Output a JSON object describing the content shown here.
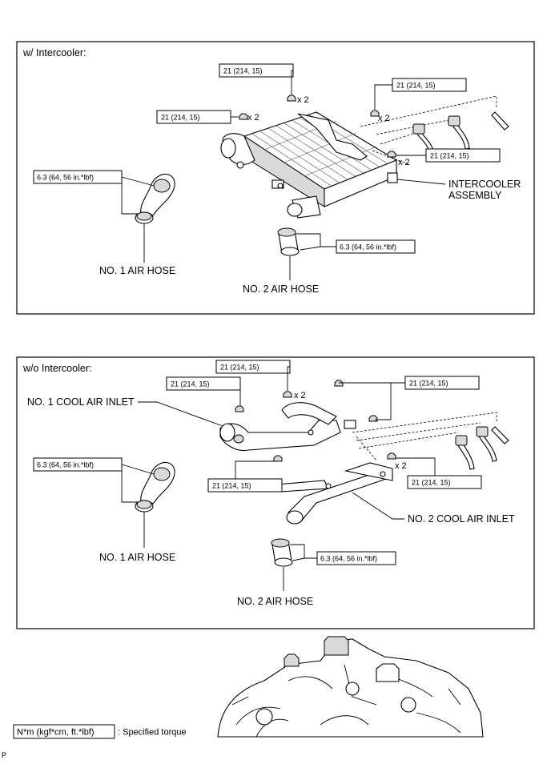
{
  "sections": {
    "with_intercooler": {
      "title": "w/ Intercooler:",
      "torque_21": "21 (214, 15)",
      "torque_63": "6.3 (64, 56 in.*lbf)",
      "qty_x2": "x 2",
      "intercooler_label_line1": "INTERCOOLER",
      "intercooler_label_line2": "ASSEMBLY",
      "no1_air_hose": "NO. 1 AIR HOSE",
      "no2_air_hose": "NO. 2 AIR HOSE"
    },
    "without_intercooler": {
      "title": "w/o Intercooler:",
      "torque_21": "21 (214, 15)",
      "torque_63": "6.3 (64, 56 in.*lbf)",
      "qty_x2": "x 2",
      "no1_cool_air_inlet": "NO. 1 COOL AIR INLET",
      "no2_cool_air_inlet": "NO. 2 COOL AIR INLET",
      "no1_air_hose": "NO. 1 AIR HOSE",
      "no2_air_hose": "NO. 2 AIR HOSE"
    }
  },
  "legend": {
    "unit": "N*m (kgf*cm, ft.*lbf)",
    "description": ": Specified torque"
  },
  "footer_mark": "P"
}
